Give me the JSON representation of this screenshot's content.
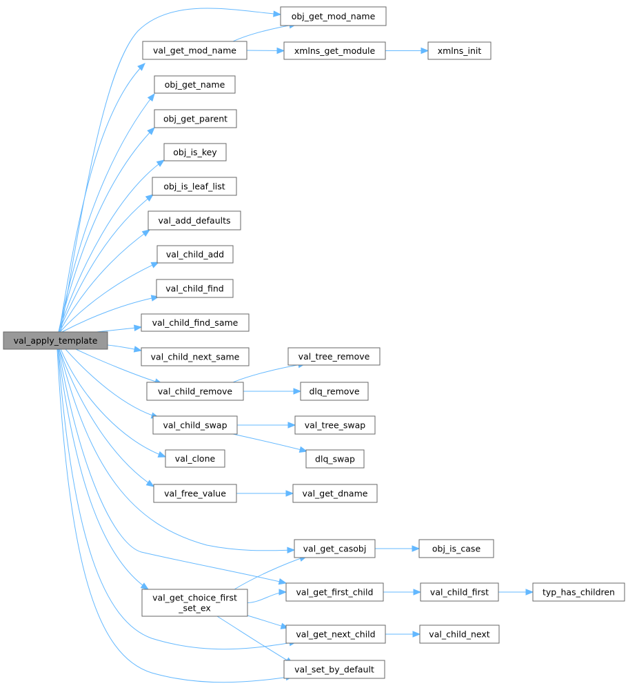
{
  "graph": {
    "accent_color": "#63b8ff",
    "root_fill": "#999999",
    "nodes": {
      "val_apply_template": {
        "label": [
          "val_apply_template"
        ],
        "root": true
      },
      "obj_get_mod_name": {
        "label": [
          "obj_get_mod_name"
        ]
      },
      "val_get_mod_name": {
        "label": [
          "val_get_mod_name"
        ]
      },
      "xmlns_get_module": {
        "label": [
          "xmlns_get_module"
        ]
      },
      "xmlns_init": {
        "label": [
          "xmlns_init"
        ]
      },
      "obj_get_name": {
        "label": [
          "obj_get_name"
        ]
      },
      "obj_get_parent": {
        "label": [
          "obj_get_parent"
        ]
      },
      "obj_is_key": {
        "label": [
          "obj_is_key"
        ]
      },
      "obj_is_leaf_list": {
        "label": [
          "obj_is_leaf_list"
        ]
      },
      "val_add_defaults": {
        "label": [
          "val_add_defaults"
        ]
      },
      "val_child_add": {
        "label": [
          "val_child_add"
        ]
      },
      "val_child_find": {
        "label": [
          "val_child_find"
        ]
      },
      "val_child_find_same": {
        "label": [
          "val_child_find_same"
        ]
      },
      "val_child_next_same": {
        "label": [
          "val_child_next_same"
        ]
      },
      "val_child_remove": {
        "label": [
          "val_child_remove"
        ]
      },
      "val_tree_remove": {
        "label": [
          "val_tree_remove"
        ]
      },
      "dlq_remove": {
        "label": [
          "dlq_remove"
        ]
      },
      "val_child_swap": {
        "label": [
          "val_child_swap"
        ]
      },
      "val_tree_swap": {
        "label": [
          "val_tree_swap"
        ]
      },
      "dlq_swap": {
        "label": [
          "dlq_swap"
        ]
      },
      "val_clone": {
        "label": [
          "val_clone"
        ]
      },
      "val_free_value": {
        "label": [
          "val_free_value"
        ]
      },
      "val_get_dname": {
        "label": [
          "val_get_dname"
        ]
      },
      "val_get_casobj": {
        "label": [
          "val_get_casobj"
        ]
      },
      "obj_is_case": {
        "label": [
          "obj_is_case"
        ]
      },
      "val_get_choice_first_set_ex": {
        "label": [
          "val_get_choice_first",
          "_set_ex"
        ]
      },
      "val_get_first_child": {
        "label": [
          "val_get_first_child"
        ]
      },
      "val_child_first": {
        "label": [
          "val_child_first"
        ]
      },
      "typ_has_children": {
        "label": [
          "typ_has_children"
        ]
      },
      "val_get_next_child": {
        "label": [
          "val_get_next_child"
        ]
      },
      "val_child_next": {
        "label": [
          "val_child_next"
        ]
      },
      "val_set_by_default": {
        "label": [
          "val_set_by_default"
        ]
      }
    },
    "edges": [
      [
        "val_apply_template",
        "obj_get_mod_name"
      ],
      [
        "val_apply_template",
        "val_get_mod_name"
      ],
      [
        "val_apply_template",
        "obj_get_name"
      ],
      [
        "val_apply_template",
        "obj_get_parent"
      ],
      [
        "val_apply_template",
        "obj_is_key"
      ],
      [
        "val_apply_template",
        "obj_is_leaf_list"
      ],
      [
        "val_apply_template",
        "val_add_defaults"
      ],
      [
        "val_apply_template",
        "val_child_add"
      ],
      [
        "val_apply_template",
        "val_child_find"
      ],
      [
        "val_apply_template",
        "val_child_find_same"
      ],
      [
        "val_apply_template",
        "val_child_next_same"
      ],
      [
        "val_apply_template",
        "val_child_remove"
      ],
      [
        "val_apply_template",
        "val_child_swap"
      ],
      [
        "val_apply_template",
        "val_clone"
      ],
      [
        "val_apply_template",
        "val_free_value"
      ],
      [
        "val_apply_template",
        "val_get_casobj"
      ],
      [
        "val_apply_template",
        "val_get_first_child"
      ],
      [
        "val_apply_template",
        "val_get_choice_first_set_ex"
      ],
      [
        "val_apply_template",
        "val_get_next_child"
      ],
      [
        "val_apply_template",
        "val_set_by_default"
      ],
      [
        "val_get_mod_name",
        "obj_get_mod_name"
      ],
      [
        "val_get_mod_name",
        "xmlns_get_module"
      ],
      [
        "xmlns_get_module",
        "xmlns_init"
      ],
      [
        "val_child_remove",
        "val_tree_remove"
      ],
      [
        "val_child_remove",
        "dlq_remove"
      ],
      [
        "val_child_swap",
        "val_tree_swap"
      ],
      [
        "val_child_swap",
        "dlq_swap"
      ],
      [
        "val_free_value",
        "val_get_dname"
      ],
      [
        "val_get_casobj",
        "obj_is_case"
      ],
      [
        "val_get_choice_first_set_ex",
        "val_get_casobj"
      ],
      [
        "val_get_choice_first_set_ex",
        "val_get_first_child"
      ],
      [
        "val_get_choice_first_set_ex",
        "val_get_next_child"
      ],
      [
        "val_get_choice_first_set_ex",
        "val_set_by_default"
      ],
      [
        "val_get_first_child",
        "val_child_first"
      ],
      [
        "val_child_first",
        "typ_has_children"
      ],
      [
        "val_get_next_child",
        "val_child_next"
      ]
    ]
  }
}
